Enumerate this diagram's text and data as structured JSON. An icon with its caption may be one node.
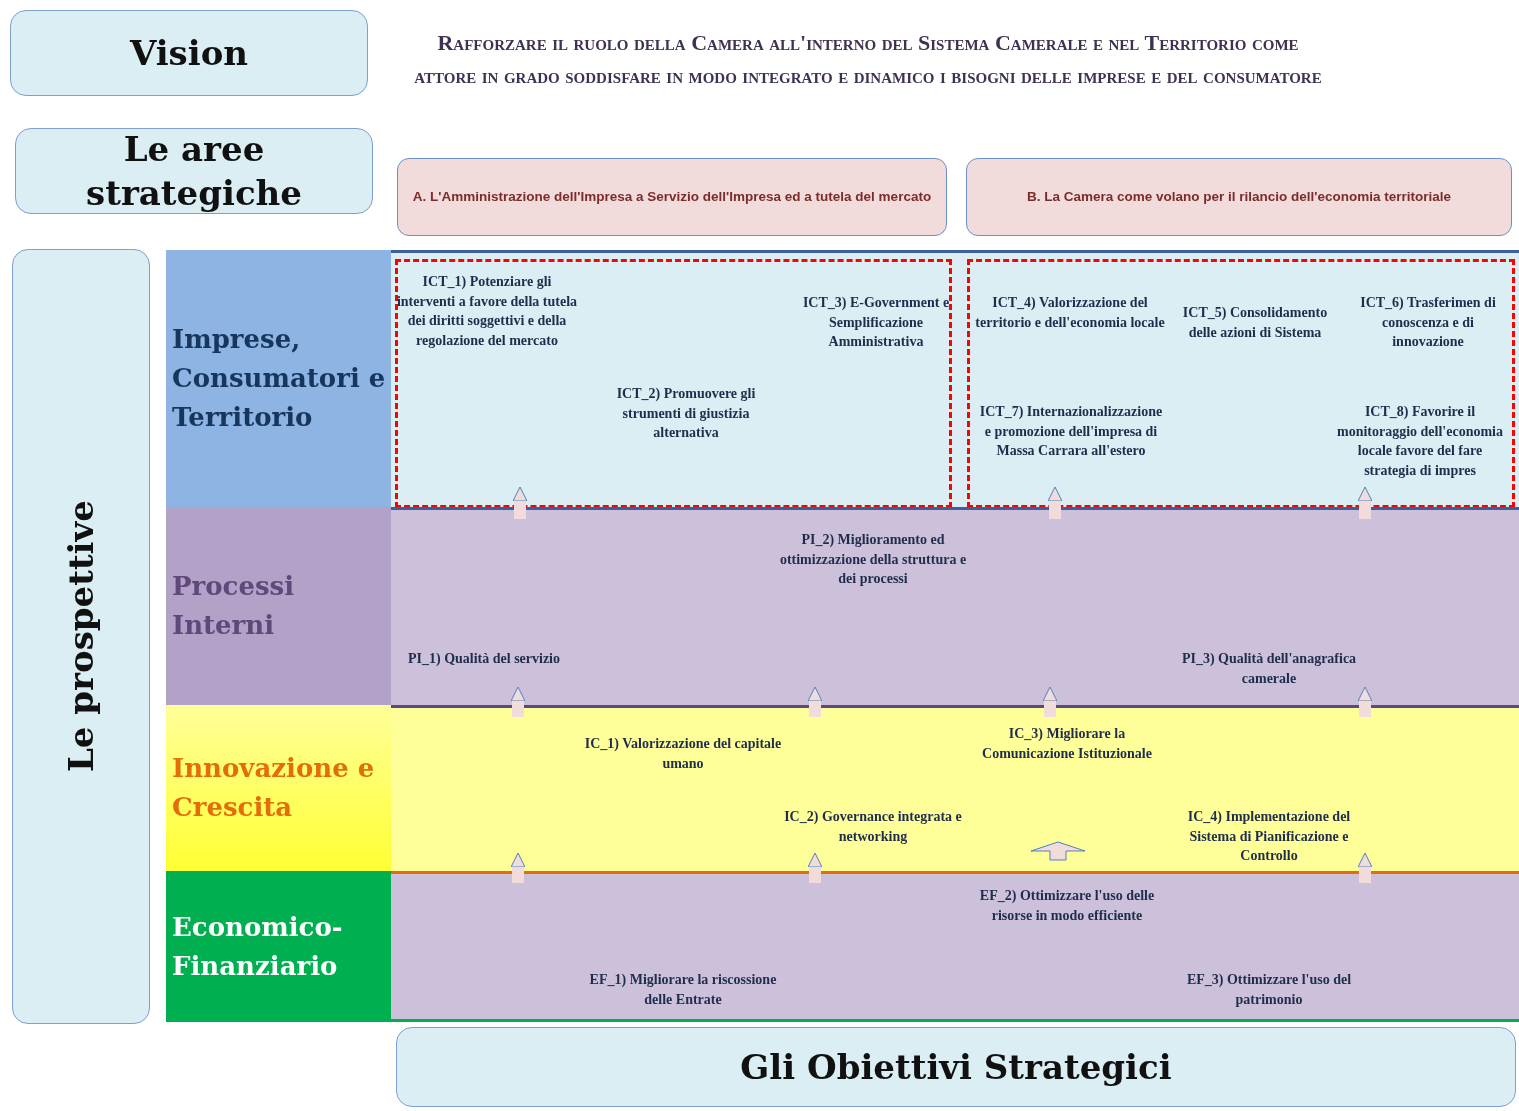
{
  "diagram": {
    "nodes": [
      {
        "text": [
          "Vision"
        ]
      },
      {
        "text": [
          "Le aree strategiche"
        ]
      },
      {
        "text": [
          "A. L'Amministrazione dell'Impresa a Servizio dell'Impresa ed a tutela del mercato"
        ]
      },
      {
        "text": [
          "B. La Camera come volano per il rilancio dell'economia territoriale"
        ]
      },
      {
        "text": [
          "Le prospettive"
        ]
      },
      {
        "text": [
          "Imprese, Consumatori e Territorio"
        ]
      },
      {
        "text": [],
        "shape": "box"
      },
      {
        "text": [
          "ICT_1) Potenziare gli interventi a favore della tutela dei diritti soggettivi e della regolazione del mercato",
          "ICT_2) Promuovere gli strumenti di giustizia alternativa",
          "ICT_3) E-Government e Semplificazione Amministrativa"
        ],
        "in": 6
      },
      {
        "text": [
          "ICT_4) Valorizzazione del territorio e dell'economia locale",
          "ICT_5) Consolidamento delle azioni di Sistema",
          "ICT_6) Trasferimen di conoscenza e di innovazione",
          "ICT_7) Internazionalizzazione e promozione dell'impresa di Massa Carrara all'estero",
          "ICT_8) Favorire il monitoraggio dell'economia locale favore del fare strategia di impres"
        ],
        "in": 6
      },
      {
        "text": [
          "Processi Interni"
        ]
      },
      {
        "text": [
          "PI_1) Qualità del servizio",
          "PI_2) Miglioramento ed ottimizzazione della struttura e dei processi",
          "PI_3) Qualità dell'anagrafica camerale"
        ]
      },
      {
        "text": [
          "Innovazione e Crescita"
        ]
      },
      {
        "text": [
          "IC_1) Valorizzazione del capitale umano",
          "IC_2) Governance integrata e networking",
          "IC_3) Migliorare la Comunicazione Istituzionale",
          "IC_4) Implementazione del Sistema di Pianificazione e Controllo"
        ]
      },
      {
        "text": [
          "Economico-Finanziario"
        ]
      },
      {
        "text": [
          "EF_1) Migliorare la riscossione delle Entrate",
          "EF_2) Ottimizzare l'uso delle risorse in modo efficiente",
          "EF_3) Ottimizzare l'uso del patrimonio"
        ]
      },
      {
        "text": [
          "Gli Obiettivi Strategici"
        ]
      }
    ],
    "edges": [
      {
        "from": 10,
        "to": 7,
        "arrow": "to"
      },
      {
        "from": 10,
        "to": 8,
        "arrow": "to"
      },
      {
        "from": 10,
        "to": 8,
        "arrow": "to"
      },
      {
        "from": 12,
        "to": 10,
        "arrow": "to"
      },
      {
        "from": 12,
        "to": 10,
        "arrow": "to"
      },
      {
        "from": 12,
        "to": 10,
        "arrow": "to"
      },
      {
        "from": 12,
        "to": 10,
        "arrow": "to"
      },
      {
        "from": 14,
        "to": 12,
        "arrow": "to"
      },
      {
        "from": 14,
        "to": 12,
        "arrow": "to"
      },
      {
        "from": 14,
        "to": 12,
        "arrow": "to"
      }
    ],
    "labels": [
      "Rafforzare il ruolo della Camera all'interno del Sistema Camerale e nel Territorio come attore in grado soddisfare in modo integrato e dinamico i bisogni delle imprese e del consumatore"
    ]
  }
}
